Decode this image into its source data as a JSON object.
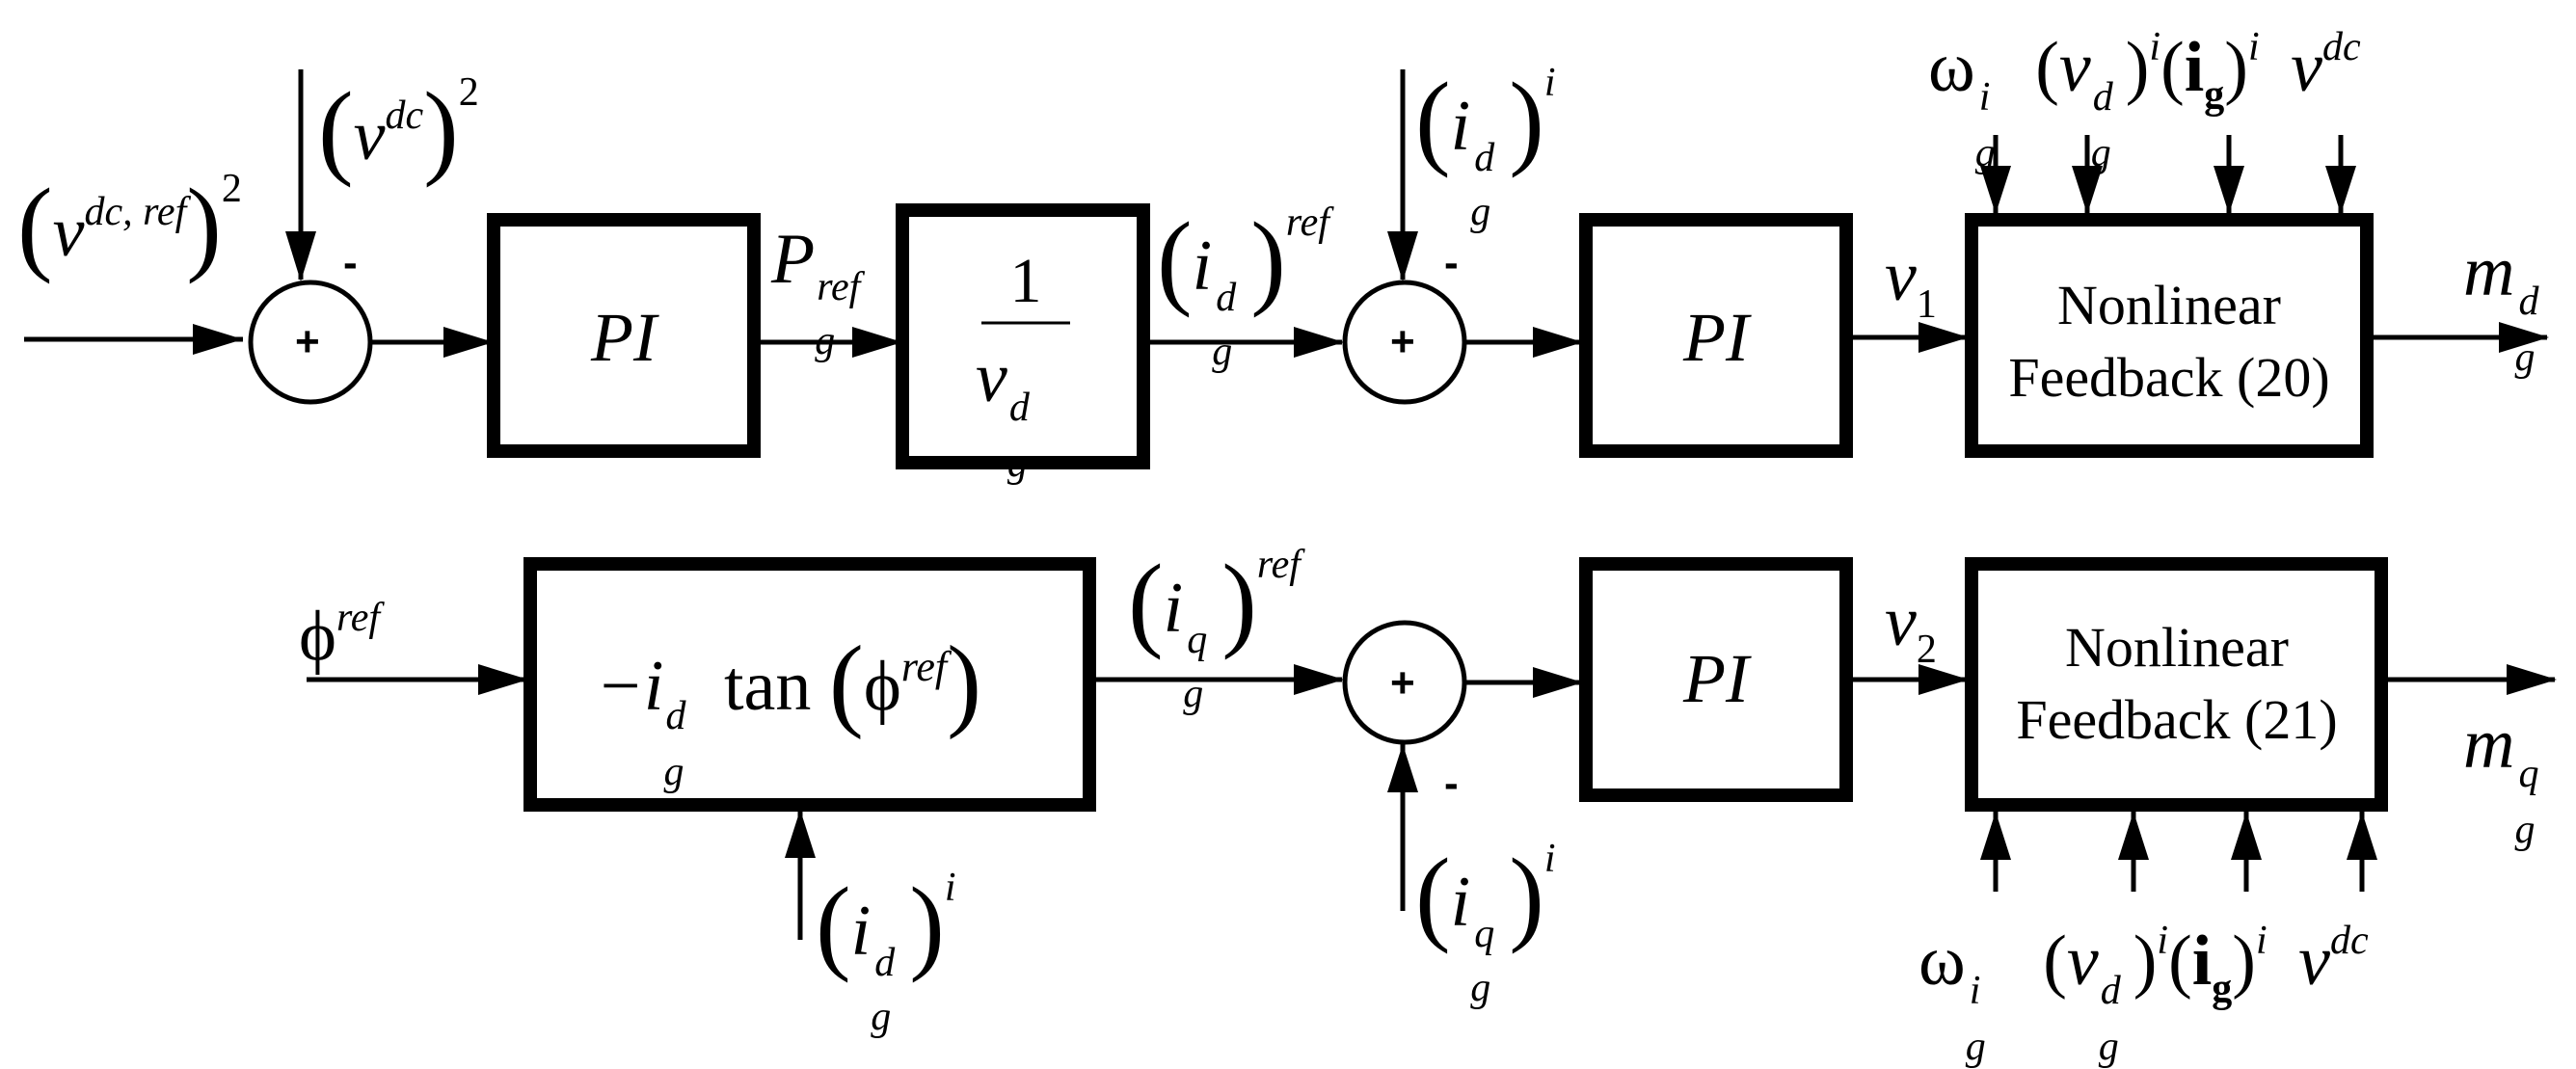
{
  "blocks": {
    "pi": "PI",
    "one": "1",
    "nlfb_top_line1": "Nonlinear",
    "nlfb_top_line2": "Feedback (20)",
    "nlfb_bot_line1": "Nonlinear",
    "nlfb_bot_line2": "Feedback (21)",
    "tan_fn": "tan"
  },
  "signs": {
    "plus": "+",
    "minus": "-"
  },
  "symbols": {
    "v": "v",
    "P": "P",
    "i": "i",
    "m": "m",
    "omega": "ω",
    "phi": "ϕ",
    "ig_bold": "i",
    "g_bold": "g",
    "neg_i": "−i"
  },
  "scripts": {
    "dc": "dc",
    "dc_ref": "dc, ref",
    "ref": "ref",
    "g": "g",
    "d": "d",
    "q": "q",
    "i": "i",
    "two": "2",
    "one": "1",
    "two_sub": "2"
  },
  "colors": {
    "ink": "#000000",
    "background": "#ffffff"
  }
}
